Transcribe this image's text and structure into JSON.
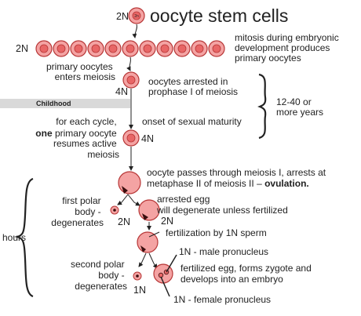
{
  "title": "oocyte stem cells",
  "labels": {
    "ploidy_2n": "2N",
    "ploidy_4n": "4N",
    "ploidy_1n": "1N",
    "cell_label_2n": "2n"
  },
  "annotations": {
    "mitosis": [
      "mitosis during embryonic",
      "development produces",
      "primary oocytes"
    ],
    "primary_enters": [
      "primary oocytes",
      "enters meiosis"
    ],
    "arrested": [
      "oocytes arrested in",
      "prophase I of meiosis"
    ],
    "years": [
      "12-40 or",
      "more years"
    ],
    "childhood": "Childhood",
    "sexual_maturity": "onset of sexual maturity",
    "each_cycle": [
      "for each cycle,",
      "one",
      " primary oocyte",
      "resumes active",
      "meiosis"
    ],
    "meiosis_one": [
      "oocyte passes through meiosis I, arrests at",
      "metaphase II of meiosis II – ",
      "ovulation."
    ],
    "first_polar": [
      "first polar",
      "body -",
      "degenerates"
    ],
    "arrested_egg": [
      "arrested egg",
      "will degenerate unless fertilized"
    ],
    "fertilization": "fertilization by 1N sperm",
    "male_pronucleus": "1N - male pronucleus",
    "second_polar": [
      "second polar",
      "body -",
      "degenerates"
    ],
    "zygote": [
      "fertilized egg, forms zygote and",
      "develops into an embryo"
    ],
    "female_pronucleus": "1N - female pronucleus",
    "hours": "hours"
  },
  "colors": {
    "cell_fill": "#f4a3a3",
    "cell_stroke": "#b73636",
    "nucleus_fill": "#e86666",
    "chromatin": "#3a0d0d",
    "childhood_band": "#d9d9d9"
  }
}
